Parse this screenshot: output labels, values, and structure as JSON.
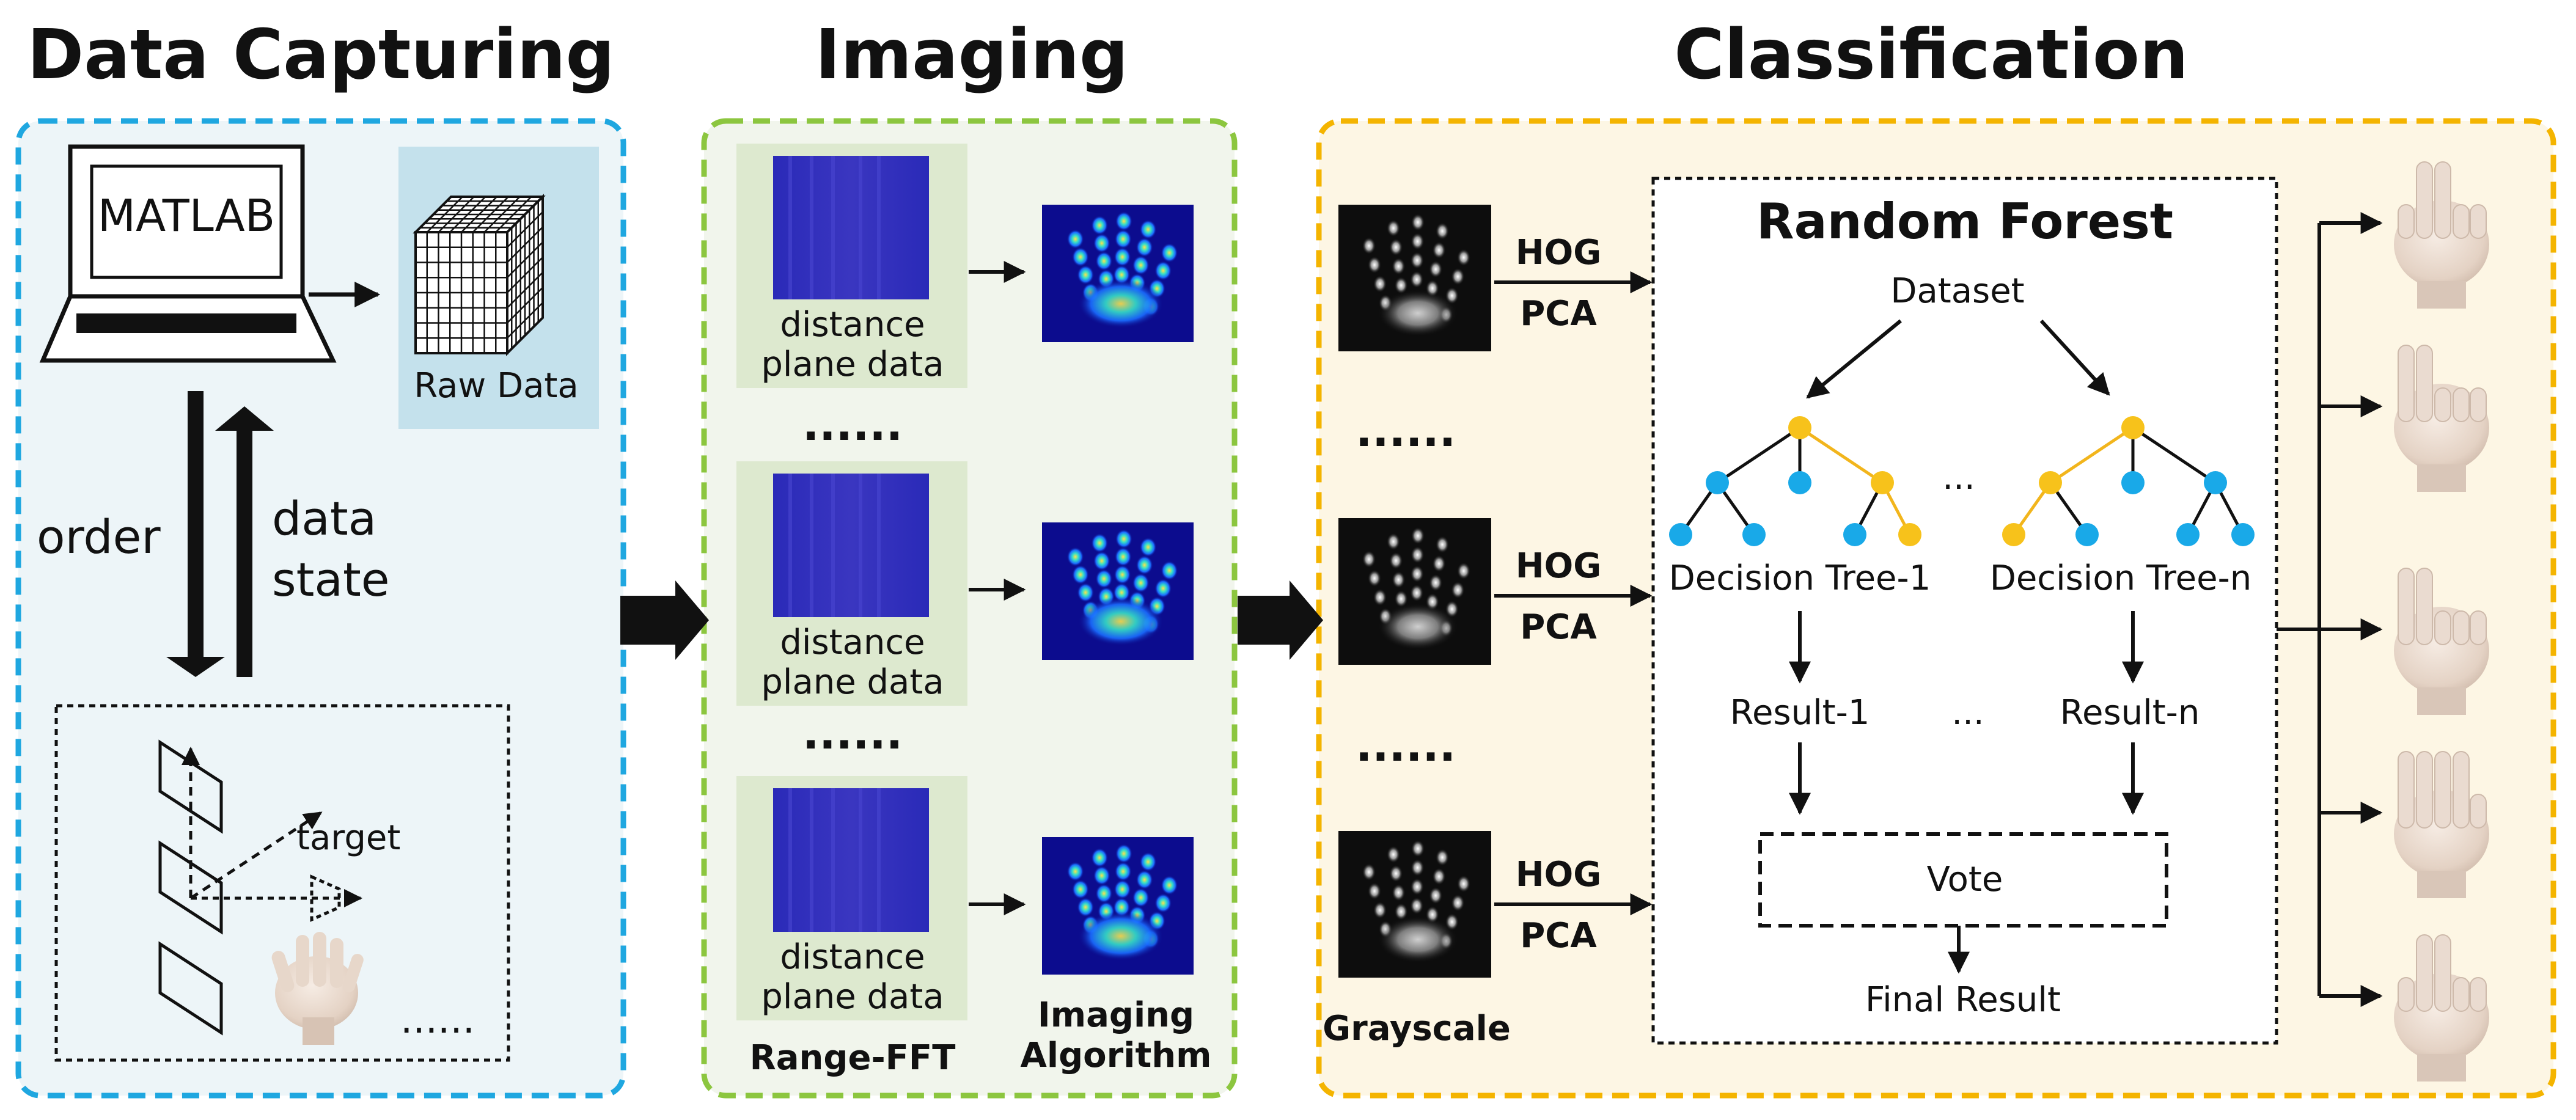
{
  "sections": {
    "capture": {
      "title": "Data Capturing",
      "matlab": "MATLAB",
      "raw_data": "Raw Data",
      "order": "order",
      "data_state_1": "data",
      "data_state_2": "state",
      "target": "target",
      "dots": "......"
    },
    "imaging": {
      "title": "Imaging",
      "panel_line1": "distance",
      "panel_line2": "plane data",
      "dots": "......",
      "range_fft": "Range-FFT",
      "algo_line1": "Imaging",
      "algo_line2": "Algorithm"
    },
    "classification": {
      "title": "Classification",
      "hog": "HOG",
      "pca": "PCA",
      "dots": "......",
      "grayscale": "Grayscale",
      "rf_title": "Random Forest",
      "dataset": "Dataset",
      "tree_1": "Decision Tree-1",
      "tree_n": "Decision Tree-n",
      "ellipsis": "...",
      "result_1": "Result-1",
      "result_n": "Result-n",
      "ellipsis_results": "...",
      "vote": "Vote",
      "final_result": "Final Result"
    }
  },
  "colors": {
    "capture_border": "#1fa7e0",
    "capture_fill": "#edf5f8",
    "imaging_border": "#8cc63f",
    "imaging_fill": "#f1f5ec",
    "panel_fill": "#dde9cf",
    "class_border": "#f4b400",
    "class_fill": "#fdf6e4",
    "raw_fill": "#c4e1ec",
    "node_blue": "#19a9e8",
    "node_gold": "#f7c21b",
    "edge_gold": "#f2b51c",
    "heatmap_dark": "#2323a8"
  },
  "icons": [
    "laptop-icon",
    "data-cube-icon",
    "antenna-icon",
    "hand-icon"
  ]
}
